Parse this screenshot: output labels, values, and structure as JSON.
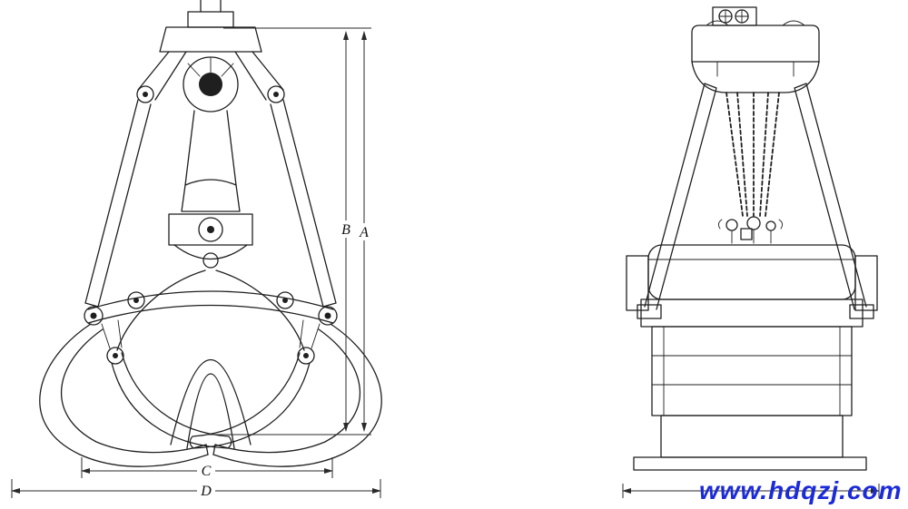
{
  "page": {
    "background": "#ffffff"
  },
  "drawing": {
    "dimension_labels": {
      "a": "A",
      "b": "B",
      "c": "C",
      "d": "D"
    },
    "watermark": "www.hdqzj.com",
    "colors": {
      "line": "#1f1f1f",
      "watermark": "#1c2bd8"
    }
  }
}
